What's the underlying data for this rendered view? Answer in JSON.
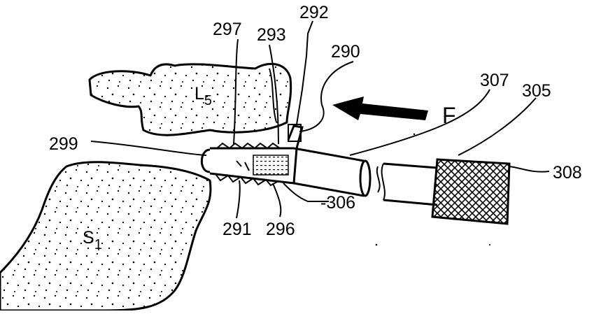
{
  "labels": {
    "l5": "L",
    "l5_sub": "5",
    "s1": "S",
    "s1_sub": "1",
    "force": "F",
    "n292": "292",
    "n297": "297",
    "n293": "293",
    "n290": "290",
    "n307": "307",
    "n305": "305",
    "n299": "299",
    "n308": "308",
    "n306": "-306",
    "n291": "291",
    "n296": "296"
  },
  "colors": {
    "ink": "#000000",
    "paper": "#ffffff"
  }
}
